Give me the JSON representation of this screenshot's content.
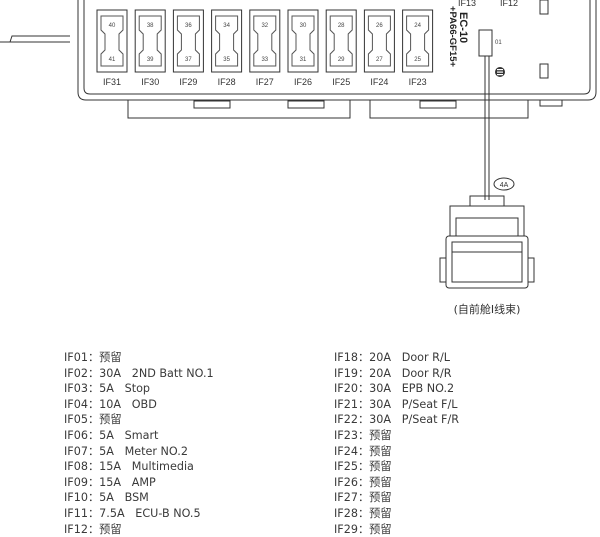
{
  "diagram": {
    "connector_code": "EC-10",
    "part_code": "+PA66-GF15+",
    "top_labels": [
      "IF13",
      "IF12"
    ],
    "fuse_labels": [
      "IF31",
      "IF30",
      "IF29",
      "IF28",
      "IF27",
      "IF26",
      "IF25",
      "IF24",
      "IF23"
    ],
    "fuse_numbers_top": [
      "40",
      "38",
      "36",
      "34",
      "32",
      "30",
      "28",
      "26",
      "24"
    ],
    "fuse_numbers_bottom": [
      "41",
      "39",
      "37",
      "35",
      "33",
      "31",
      "29",
      "27",
      "25"
    ],
    "relay_pin": "01",
    "relay_rating": "4A",
    "harness_label": "(自前舱I线束)"
  },
  "legend_left": [
    "IF01：预留",
    "IF02：30A   2ND Batt NO.1",
    "IF03：5A   Stop",
    "IF04：10A   OBD",
    "IF05：预留",
    "IF06：5A   Smart",
    "IF07：5A   Meter NO.2",
    "IF08：15A   Multimedia",
    "IF09：15A   AMP",
    "IF10：5A   BSM",
    "IF11：7.5A   ECU-B NO.5",
    "IF12：预留"
  ],
  "legend_right": [
    "IF18：20A   Door R/L",
    "IF19：20A   Door R/R",
    "IF20：30A   EPB NO.2",
    "IF21：30A   P/Seat F/L",
    "IF22：30A   P/Seat F/R",
    "IF23：预留",
    "IF24：预留",
    "IF25：预留",
    "IF26：预留",
    "IF27：预留",
    "IF28：预留",
    "IF29：预留"
  ]
}
